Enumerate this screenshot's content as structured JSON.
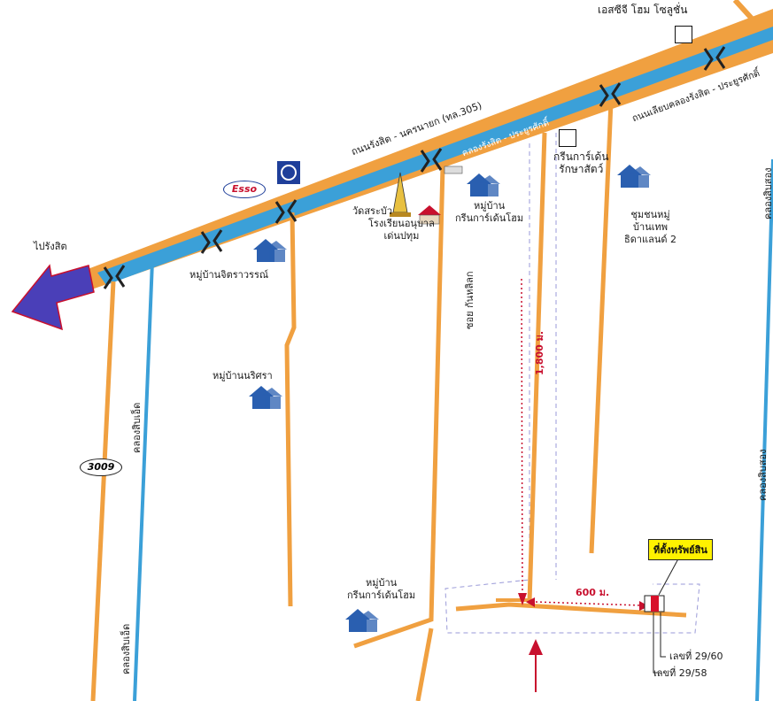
{
  "labels": {
    "to_rangsit": "ไปรังสิต",
    "main_road": "ถนนรังสิต - นครนายก (ทล.305)",
    "canal_main": "คลองรังสิต - ประยูรศักดิ์",
    "parallel_road": "ถนนเลียบคลองรังสิต - ประยูรศักดิ์",
    "scg": "เอสซีจี โฮม โซลูชั่น",
    "green_card": "กรีนการ์เด้น\nรักษาสัตว์",
    "village_thep": "ชุมชนหมู่\nบ้านเทพ\nธิดาแลนด์ 2",
    "village_green_top": "หมู่บ้าน\nกรีนการ์เด้นโฮม",
    "village_green_bottom": "หมู่บ้าน\nกรีนการ์เด้นโฮม",
    "temple": "วัดสระบัว",
    "school": "โรงเรียนอนุบาล\nเด่นปทุม",
    "village_jit": "หมู่บ้านจิตราวรรณ์",
    "village_nir": "หมู่บ้านนริศรา",
    "soi": "ซอย กันหลิลก",
    "canal_8_top": "คลองสิบเอ็ด",
    "canal_8_bottom": "คลองสิบเอ็ด",
    "canal_2_top": "คลองสิบสอง",
    "canal_2_bottom": "คลองสิบสอง",
    "road_num": "3009",
    "dist_vertical": "1,800 ม.",
    "dist_horizontal": "600 ม.",
    "property_tag": "ที่ตั้งทรัพย์สิน",
    "lot_a": "เลขที่ 29/60",
    "lot_b": "เลขที่ 29/58",
    "esso": "Esso"
  },
  "colors": {
    "road": "#f0a040",
    "canal": "#3ba0d8",
    "arrow": "#4a3fb8",
    "property": "#d8102a",
    "guide": "#9a9ad8",
    "distance": "#c8102e"
  },
  "icons": {
    "village": "house-icon",
    "bridge": "bridge-icon",
    "temple": "pagoda-icon",
    "school": "school-icon",
    "bank": "bank-icon",
    "gas": "esso-logo"
  }
}
